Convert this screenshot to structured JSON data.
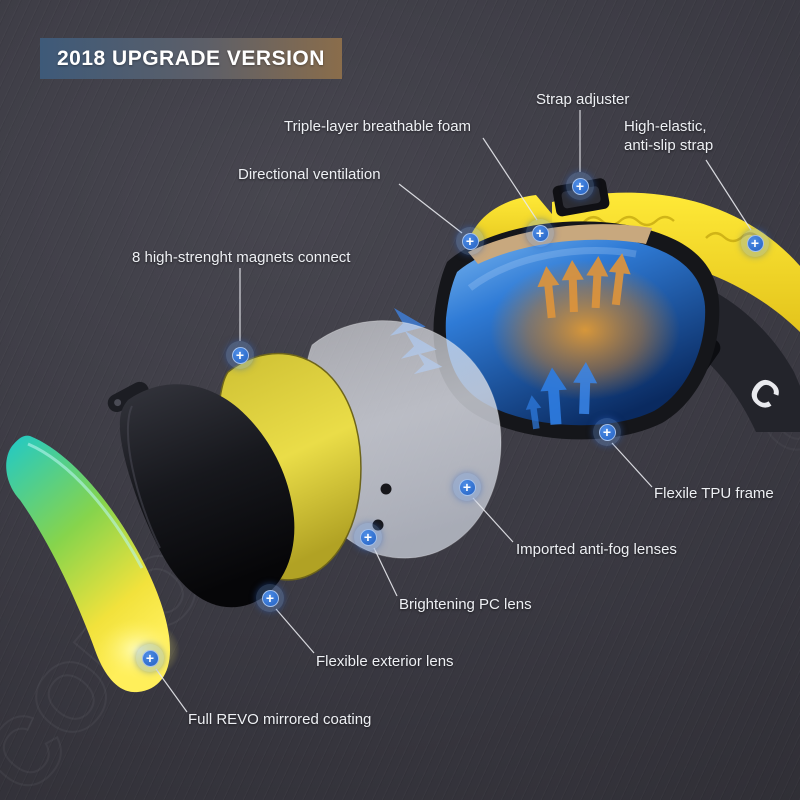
{
  "banner": {
    "text": "2018 UPGRADE VERSION"
  },
  "watermark": {
    "text": "COPOZZ"
  },
  "strap": {
    "logo": "C"
  },
  "icons": {
    "plus": "+"
  },
  "colors": {
    "background": "#3b3a43",
    "marker_blue": "#2e6fd0",
    "strap_yellow": "#ffe937",
    "goggle_lens_blue": "#2f7bd6",
    "goggle_lens_amber": "#d98e2e",
    "revo_teal": "#1fc9c9",
    "revo_yellow": "#f2e23c",
    "banner_left": "#3e5a79",
    "banner_right": "#8a6d4b",
    "label_text": "#eef0f4"
  },
  "callouts": [
    {
      "id": "strap-adjuster",
      "label": "Strap adjuster"
    },
    {
      "id": "breathable-foam",
      "label": "Triple-layer breathable foam"
    },
    {
      "id": "anti-slip-strap",
      "label": "High-elastic,\nanti-slip strap"
    },
    {
      "id": "directional-ventilation",
      "label": "Directional ventilation"
    },
    {
      "id": "magnets-connect",
      "label": "8 high-strenght magnets connect"
    },
    {
      "id": "tpu-frame",
      "label": "Flexile TPU frame"
    },
    {
      "id": "anti-fog-lenses",
      "label": "Imported anti-fog lenses"
    },
    {
      "id": "pc-lens",
      "label": "Brightening PC lens"
    },
    {
      "id": "exterior-lens",
      "label": "Flexible exterior lens"
    },
    {
      "id": "revo-coating",
      "label": "Full REVO mirrored coating"
    }
  ]
}
